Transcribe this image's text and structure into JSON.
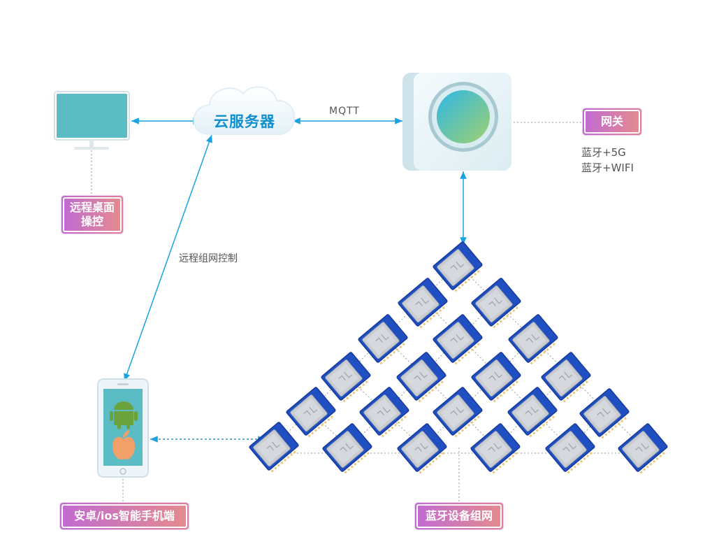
{
  "cloud": {
    "label": "云服务器"
  },
  "link_mqtt": "MQTT",
  "link_remote": "远程组网控制",
  "gateway": {
    "tag": "网关",
    "spec_lines": [
      "蓝牙+5G",
      "蓝牙+WIFI"
    ]
  },
  "desktop": {
    "tag_lines": [
      "远程桌面",
      "操控"
    ]
  },
  "phone": {
    "tag": "安卓/ios智能手机端"
  },
  "mesh": {
    "tag": "蓝牙设备组网"
  },
  "colors": {
    "accent_blue": "#1aa3e0",
    "tag_gradient_start": "#c26bd0",
    "tag_gradient_end": "#e3878f",
    "monitor_screen": "#5bbcc4",
    "module_blue": "#1f4fc0",
    "module_shield": "#c9cdd2"
  },
  "icons": [
    "monitor-icon",
    "cloud-icon",
    "gateway-icon",
    "phone-icon",
    "android-icon",
    "apple-icon",
    "ble-module-icon"
  ]
}
